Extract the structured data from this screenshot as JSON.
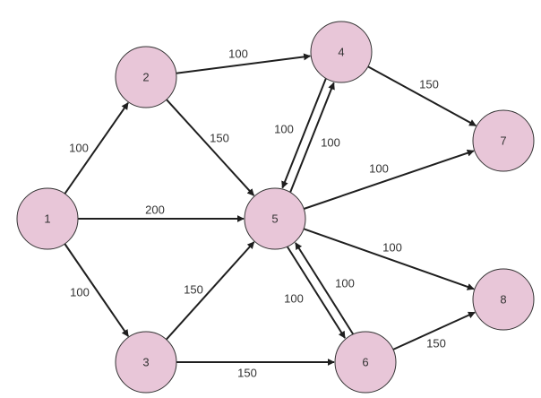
{
  "diagram": {
    "nodes": [
      {
        "id": "1",
        "label": "1"
      },
      {
        "id": "2",
        "label": "2"
      },
      {
        "id": "3",
        "label": "3"
      },
      {
        "id": "4",
        "label": "4"
      },
      {
        "id": "5",
        "label": "5"
      },
      {
        "id": "6",
        "label": "6"
      },
      {
        "id": "7",
        "label": "7"
      },
      {
        "id": "8",
        "label": "8"
      }
    ],
    "edges": [
      {
        "from": "1",
        "to": "2",
        "label": "100"
      },
      {
        "from": "1",
        "to": "5",
        "label": "200"
      },
      {
        "from": "1",
        "to": "3",
        "label": "100"
      },
      {
        "from": "2",
        "to": "4",
        "label": "100"
      },
      {
        "from": "2",
        "to": "5",
        "label": "150"
      },
      {
        "from": "3",
        "to": "5",
        "label": "150"
      },
      {
        "from": "3",
        "to": "6",
        "label": "150"
      },
      {
        "from": "4",
        "to": "5",
        "label": "100"
      },
      {
        "from": "5",
        "to": "4",
        "label": "100"
      },
      {
        "from": "4",
        "to": "7",
        "label": "150"
      },
      {
        "from": "5",
        "to": "7",
        "label": "100"
      },
      {
        "from": "5",
        "to": "8",
        "label": "100"
      },
      {
        "from": "5",
        "to": "6",
        "label": "100"
      },
      {
        "from": "6",
        "to": "5",
        "label": "100"
      },
      {
        "from": "6",
        "to": "8",
        "label": "150"
      }
    ],
    "colors": {
      "node_fill": "#e8c6d8",
      "edge": "#1f1f1f",
      "text": "#333333"
    }
  }
}
